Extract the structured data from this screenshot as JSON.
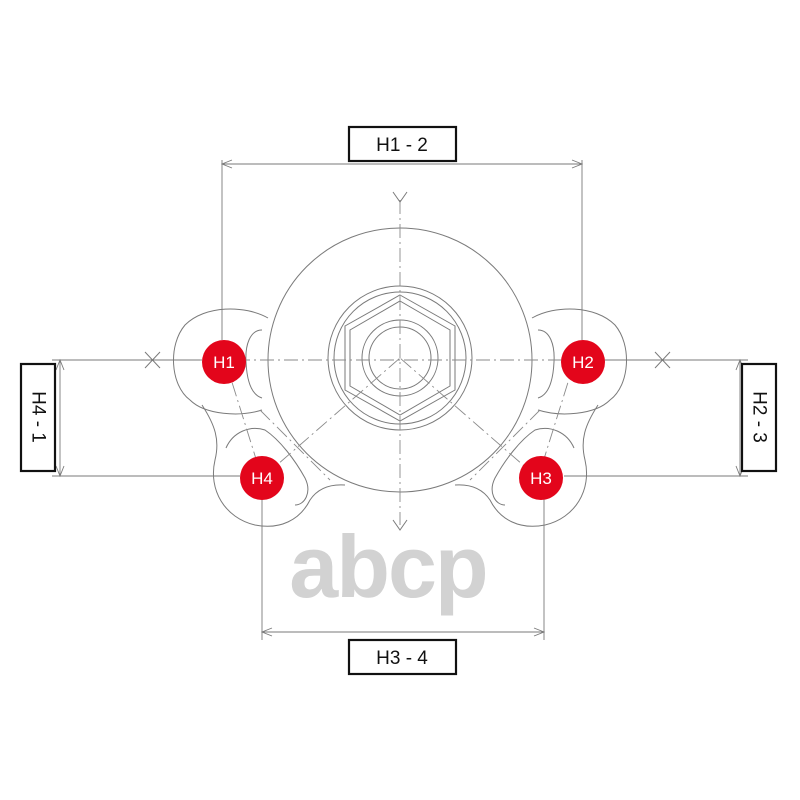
{
  "dimensions": {
    "top": "H1 - 2",
    "bottom": "H3 - 4",
    "left": "H4 - 1",
    "right": "H2 - 3"
  },
  "holes": [
    {
      "id": "h1",
      "label": "H1"
    },
    {
      "id": "h2",
      "label": "H2"
    },
    {
      "id": "h3",
      "label": "H3"
    },
    {
      "id": "h4",
      "label": "H4"
    }
  ],
  "axes": {
    "x_symbol": "X",
    "y_symbol": "Y"
  },
  "watermark": "abcp",
  "colors": {
    "marker": "#e3051b",
    "line": "#7a7a7a",
    "box_border": "#111111",
    "watermark": "#d2d2d2"
  }
}
